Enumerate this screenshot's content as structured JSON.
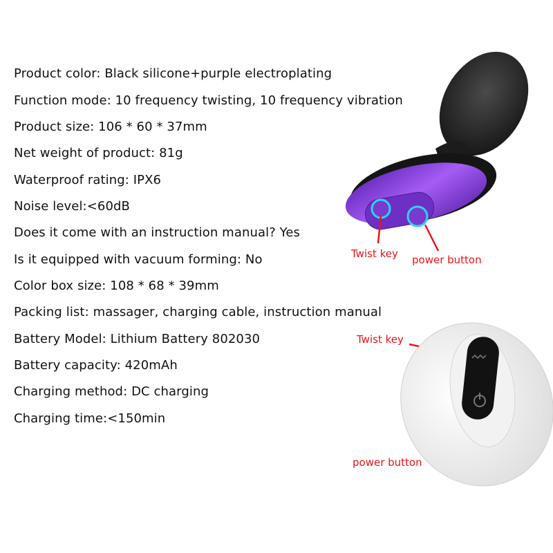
{
  "specs": [
    "Product color: Black silicone+purple electroplating",
    "Function mode: 10 frequency twisting, 10 frequency vibration",
    "Product size: 106 * 60 * 37mm",
    "Net weight of product: 81g",
    "Waterproof rating: IPX6",
    "Noise level:<60dB",
    "Does it come with an instruction manual? Yes",
    "Is it equipped with vacuum forming: No",
    "Color box size: 108 * 68 * 39mm",
    "Packing list: massager, charging cable, instruction manual",
    "Battery Model: Lithium Battery 802030",
    "Battery capacity: 420mAh",
    "Charging method: DC charging",
    "Charging time:<150min"
  ],
  "product_callouts": {
    "twist_key": "Twist key",
    "power_button": "power button"
  },
  "remote_callouts": {
    "twist_key": "Twist key",
    "power_button": "power button"
  },
  "colors": {
    "label_red": "#e8141a",
    "purple": "#8a3ee0",
    "accent_cyan": "#2ad4f0"
  }
}
